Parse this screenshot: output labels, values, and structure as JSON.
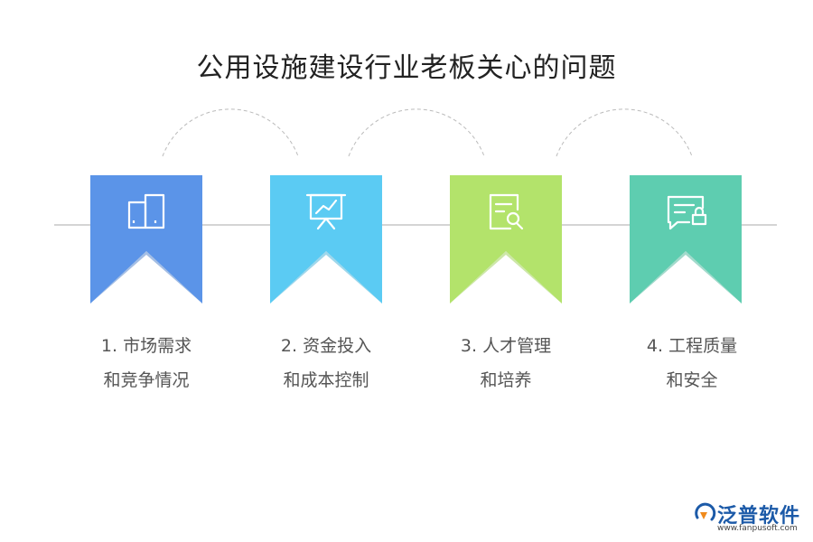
{
  "title": "公用设施建设行业老板关心的问题",
  "colors": {
    "item1": "#5b94e8",
    "item2": "#5bcbf3",
    "item3": "#b3e36b",
    "item4": "#5ecdb0",
    "line": "#aaaaaa",
    "arc": "#bbbbbb"
  },
  "items": [
    {
      "icon": "documents-icon",
      "line1": "1.  市场需求",
      "line2": "和竞争情况"
    },
    {
      "icon": "presentation-chart-icon",
      "line1": "2.  资金投入",
      "line2": "和成本控制"
    },
    {
      "icon": "document-search-icon",
      "line1": "3.  人才管理",
      "line2": "和培养"
    },
    {
      "icon": "chat-lock-icon",
      "line1": "4.  工程质量",
      "line2": "和安全"
    }
  ],
  "logo": {
    "brand": "泛普软件",
    "url": "www.fanpusoft.com"
  }
}
